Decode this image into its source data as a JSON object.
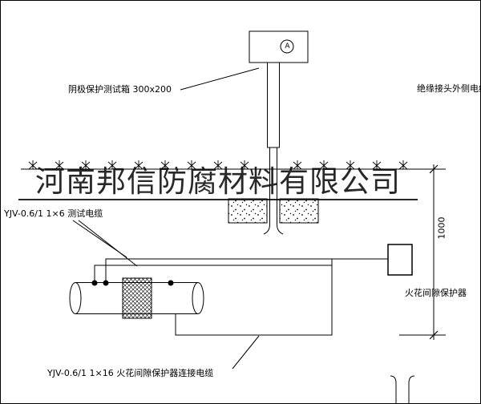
{
  "watermark": {
    "text": "河南邦信防腐材料有限公司"
  },
  "labels": {
    "test_box": "阴极保护测试箱 300x200",
    "outer_cable": "绝缘接头外侧电缆",
    "test_cable": "YJV-0.6/1 1×6  测试电缆",
    "spark_protector": "火花间隙保护器",
    "connect_cable": "YJV-0.6/1 1×16  火花间隙保护器连接电缆",
    "dimension": "1000",
    "meter": "A"
  },
  "colors": {
    "line": "#000000",
    "background": "#ffffff"
  }
}
